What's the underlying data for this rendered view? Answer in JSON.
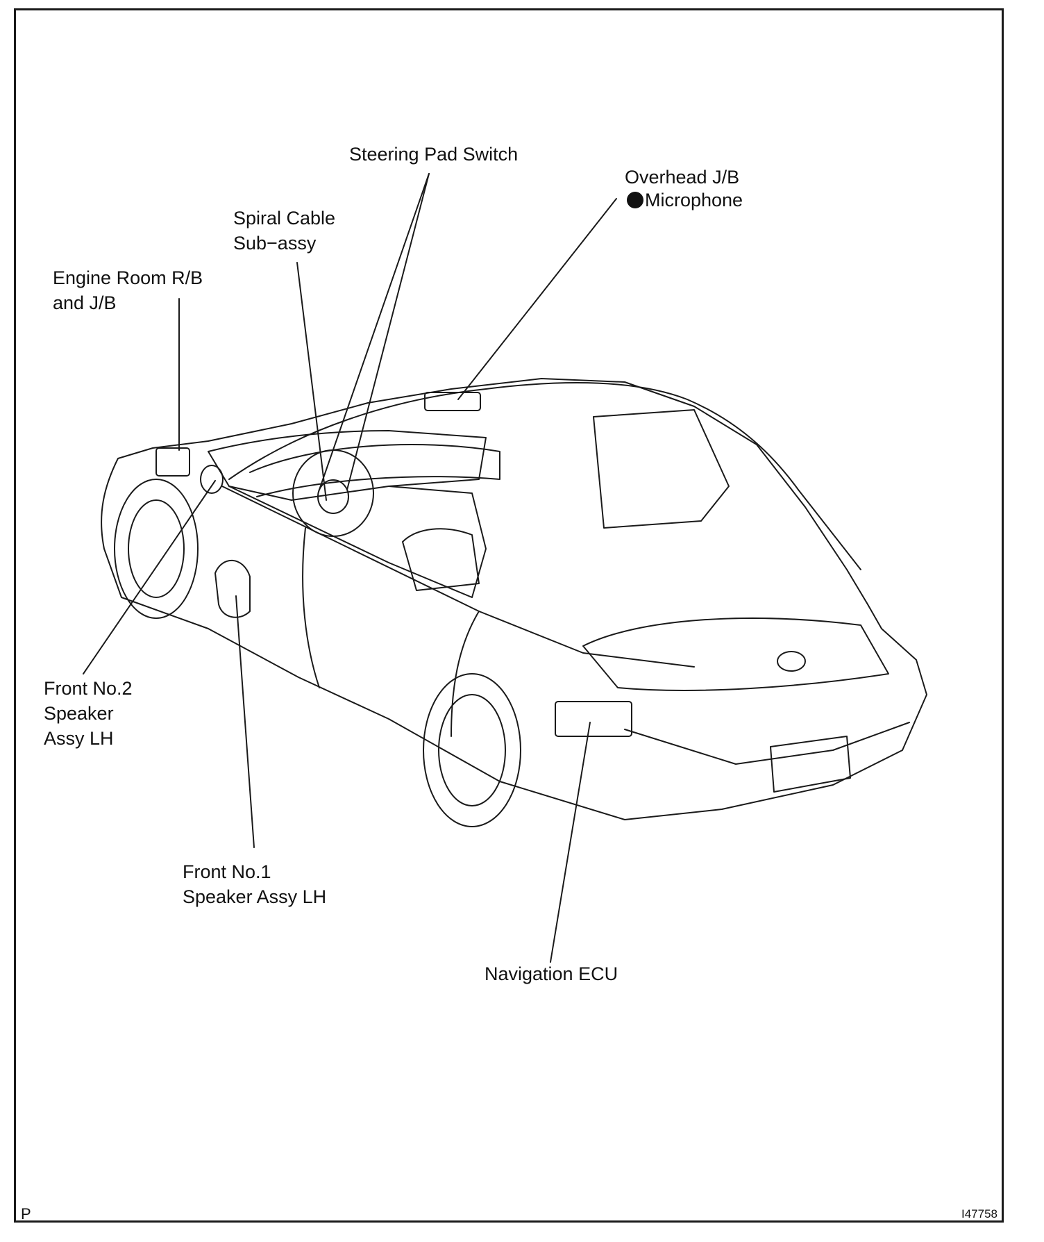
{
  "labels": {
    "steering_pad_switch": "Steering Pad Switch",
    "overhead_jb": "Overhead J/B",
    "microphone": "Microphone",
    "spiral_cable_1": "Spiral Cable",
    "spiral_cable_2": "Sub−assy",
    "engine_room_1": "Engine Room R/B",
    "engine_room_2": "and J/B",
    "front_no2_1": "Front No.2",
    "front_no2_2": "Speaker",
    "front_no2_3": "Assy LH",
    "front_no1_1": "Front No.1",
    "front_no1_2": "Speaker Assy LH",
    "navigation_ecu": "Navigation ECU"
  },
  "corner_letter": "P",
  "figure_code": "I47758",
  "legend": {
    "dot_marker": "filled-circle-icon"
  }
}
